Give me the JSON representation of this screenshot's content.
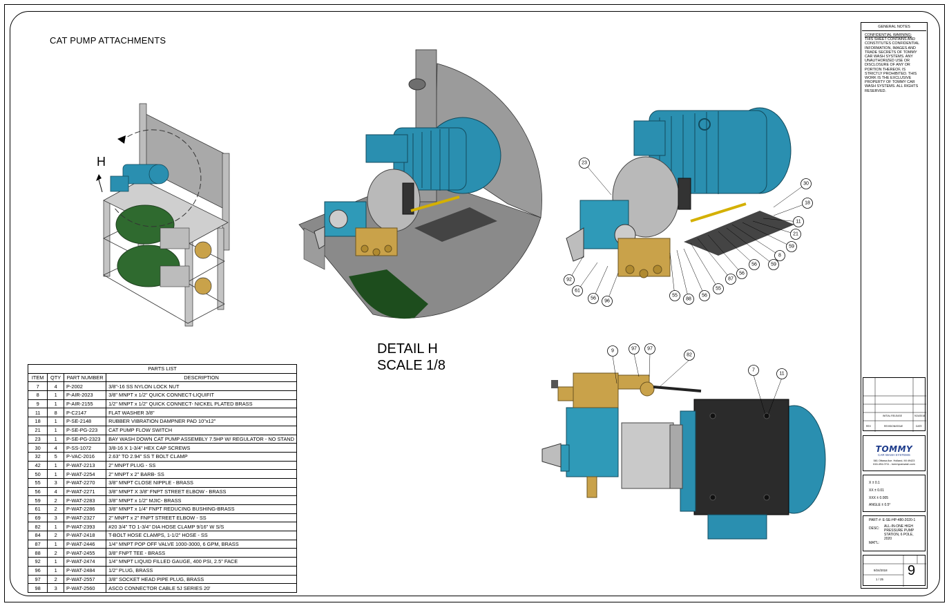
{
  "sheet_title": "CAT PUMP ATTACHMENTS",
  "detail": {
    "label": "DETAIL  H",
    "scale": "SCALE 1/8",
    "view_letter": "H"
  },
  "parts_list": {
    "title": "PARTS LIST",
    "columns": [
      "ITEM",
      "QTY",
      "PART NUMBER",
      "DESCRIPTION"
    ],
    "rows": [
      [
        "7",
        "4",
        "P-2002",
        "3/8\"-16 SS NYLON LOCK NUT"
      ],
      [
        "8",
        "1",
        "P-AIR-2023",
        "3/8\" MNPT x 1/2\" QUICK CONNECT-LIQUIFIT"
      ],
      [
        "9",
        "1",
        "P-AIR-2155",
        "1/2\" MNPT x 1/2\" QUICK CONNECT- NICKEL PLATED BRASS"
      ],
      [
        "11",
        "8",
        "P-C2147",
        "FLAT WASHER 3/8\""
      ],
      [
        "18",
        "1",
        "P-SE-2148",
        "RUBBER VIBRATION DAMPNER PAD 10\"x12\""
      ],
      [
        "21",
        "1",
        "P-SE-PG-223",
        "CAT PUMP FLOW SWITCH"
      ],
      [
        "23",
        "1",
        "P-SE-PG-2323",
        "BAY WASH DOWN CAT PUMP ASSEMBLY 7.5HP W/ REGULATOR - NO STAND"
      ],
      [
        "30",
        "4",
        "P-SS-1072",
        "3/8-16 X 1-3/4\" HEX CAP SCREWS"
      ],
      [
        "32",
        "5",
        "P-VAC-2016",
        "2.63\" TO 2.94\" SS T BOLT CLAMP"
      ],
      [
        "42",
        "1",
        "P-WAT-2213",
        "2\" MNPT PLUG - SS"
      ],
      [
        "50",
        "1",
        "P-WAT-2254",
        "2\" MNPT x 2\" BARB- SS"
      ],
      [
        "55",
        "3",
        "P-WAT-2270",
        "3/8\" MNPT CLOSE NIPPLE - BRASS"
      ],
      [
        "56",
        "4",
        "P-WAT-2271",
        "3/8\" MNPT X 3/8\" FNPT STREET ELBOW - BRASS"
      ],
      [
        "59",
        "2",
        "P-WAT-2283",
        "3/8\" MNPT x 1/2\" MJIC- BRASS"
      ],
      [
        "61",
        "2",
        "P-WAT-2286",
        "3/8\" MNPT x 1/4\" FNPT REDUCING BUSHING-BRASS"
      ],
      [
        "69",
        "3",
        "P-WAT-2327",
        "2\" MNPT x 2\" FNPT STREET ELBOW - SS"
      ],
      [
        "82",
        "1",
        "P-WAT-2393",
        "#20 3/4\" TO 1-3/4\" DIA HOSE CLAMP 9/16\" W S/S"
      ],
      [
        "84",
        "2",
        "P-WAT-2418",
        "T-BOLT HOSE CLAMPS, 1-1/2\" HOSE - SS"
      ],
      [
        "87",
        "1",
        "P-WAT-2446",
        "1/4\" MNPT POP OFF VALVE 1000-3000, 6 GPM, BRASS"
      ],
      [
        "88",
        "2",
        "P-WAT-2455",
        "3/8\" FNPT TEE - BRASS"
      ],
      [
        "92",
        "1",
        "P-WAT-2474",
        "1/4\" MNPT LIQUID FILLED GAUGE, 400 PSI, 2.5\" FACE"
      ],
      [
        "96",
        "1",
        "P-WAT-2484",
        "1/2\" PLUG, BRASS"
      ],
      [
        "97",
        "2",
        "P-WAT-2557",
        "3/8\" SOCKET HEAD PIPE PLUG, BRASS"
      ],
      [
        "98",
        "3",
        "P-WAT-2560",
        "ASCO CONNECTOR CABLE 5J SERIES 20'"
      ]
    ]
  },
  "balloons_iso": [
    "23",
    "30",
    "18",
    "11",
    "21",
    "59",
    "8",
    "59",
    "56",
    "56",
    "87",
    "55",
    "56",
    "88",
    "55",
    "96",
    "56",
    "61",
    "92"
  ],
  "balloons_top": [
    "9",
    "97",
    "97",
    "82",
    "7",
    "11"
  ],
  "title_block": {
    "general_notes_title": "GENERAL NOTES",
    "warning_heading": "CONFIDENTIAL WARNING:",
    "warning_text": "THIS SHEET CONTAINS AND CONSTITUTES CONFIDENTIAL INFORMATION, IMAGES AND TRADE SECRETS OF TOMMY CAR WASH SYSTEMS.  ANY UNAUTHORIZED USE OR DISCLOSURE OF ANY OR PORTION THEREOF, IS STRICTLY PROHIBITED.  THIS WORK IS THE EXCLUSIVE PROPERTY OF TOMMY CAR WASH SYSTEMS. ALL RIGHTS RESERVED.",
    "rev_initial": "INITIAL RELEASE",
    "rev_date": "9/24/2018",
    "rev_col_rev": "REV",
    "rev_col_desc": "REVISION/ISSUE",
    "rev_col_date": "DATE",
    "logo": "TOMMY",
    "logo_sub": "CAR WASH SYSTEMS",
    "address": "581 Ottawa Ave. Holland, MI 49423",
    "contact": "616-494-0711 - tommycarwash.com",
    "tol_x": "X ± 0.1",
    "tol_xx": "XX ± 0.01",
    "tol_xxx": "XXX ± 0.005",
    "tol_angle": "ANGLE ± 0.5°",
    "part_no": "PART #: E-SE-HP-480-2020-1",
    "desc_label": "DESC:",
    "desc_lines": [
      "ALL-IN-ONE HIGH",
      "PRESSURE PUMP",
      "STATION, 6 POLE,",
      "2020"
    ],
    "matl": "MAT'L:",
    "date": "9/24/2018",
    "scale": "1 / 25",
    "sheet": "9"
  },
  "colors": {
    "motor_blue": "#2a8fb0",
    "brass": "#c9a24a",
    "pump_blue": "#2f9ab8",
    "frame_gray": "#b8b8b8",
    "green_motor": "#2f6a2f"
  }
}
